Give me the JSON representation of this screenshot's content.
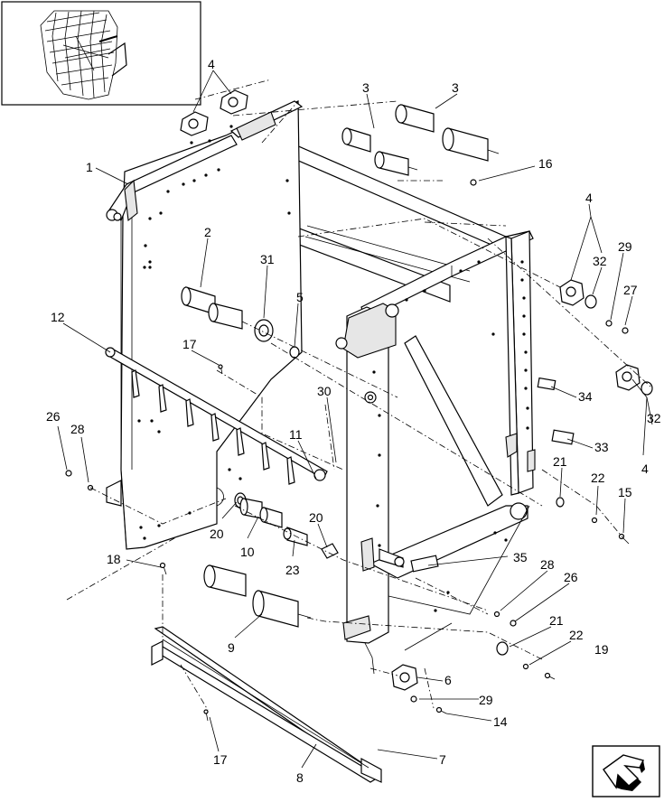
{
  "diagram": {
    "callouts": [
      {
        "id": "c4a",
        "label": "4"
      },
      {
        "id": "c3a",
        "label": "3"
      },
      {
        "id": "c3b",
        "label": "3"
      },
      {
        "id": "c1",
        "label": "1"
      },
      {
        "id": "c16",
        "label": "16"
      },
      {
        "id": "c4b",
        "label": "4"
      },
      {
        "id": "c29a",
        "label": "29"
      },
      {
        "id": "c32a",
        "label": "32"
      },
      {
        "id": "c27",
        "label": "27"
      },
      {
        "id": "c2",
        "label": "2"
      },
      {
        "id": "c31",
        "label": "31"
      },
      {
        "id": "c5",
        "label": "5"
      },
      {
        "id": "c12",
        "label": "12"
      },
      {
        "id": "c17a",
        "label": "17"
      },
      {
        "id": "c30",
        "label": "30"
      },
      {
        "id": "c34",
        "label": "34"
      },
      {
        "id": "c32b",
        "label": "32"
      },
      {
        "id": "c26a",
        "label": "26"
      },
      {
        "id": "c28a",
        "label": "28"
      },
      {
        "id": "c11",
        "label": "11"
      },
      {
        "id": "c33",
        "label": "33"
      },
      {
        "id": "c4c",
        "label": "4"
      },
      {
        "id": "c21a",
        "label": "21"
      },
      {
        "id": "c22a",
        "label": "22"
      },
      {
        "id": "c15",
        "label": "15"
      },
      {
        "id": "c20a",
        "label": "20"
      },
      {
        "id": "c20b",
        "label": "20"
      },
      {
        "id": "c10",
        "label": "10"
      },
      {
        "id": "c23",
        "label": "23"
      },
      {
        "id": "c18",
        "label": "18"
      },
      {
        "id": "c35",
        "label": "35"
      },
      {
        "id": "c28b",
        "label": "28"
      },
      {
        "id": "c26b",
        "label": "26"
      },
      {
        "id": "c9",
        "label": "9"
      },
      {
        "id": "c21b",
        "label": "21"
      },
      {
        "id": "c22b",
        "label": "22"
      },
      {
        "id": "c19",
        "label": "19"
      },
      {
        "id": "c6",
        "label": "6"
      },
      {
        "id": "c29b",
        "label": "29"
      },
      {
        "id": "c14",
        "label": "14"
      },
      {
        "id": "c7",
        "label": "7"
      },
      {
        "id": "c17b",
        "label": "17"
      },
      {
        "id": "c8",
        "label": "8"
      }
    ]
  }
}
